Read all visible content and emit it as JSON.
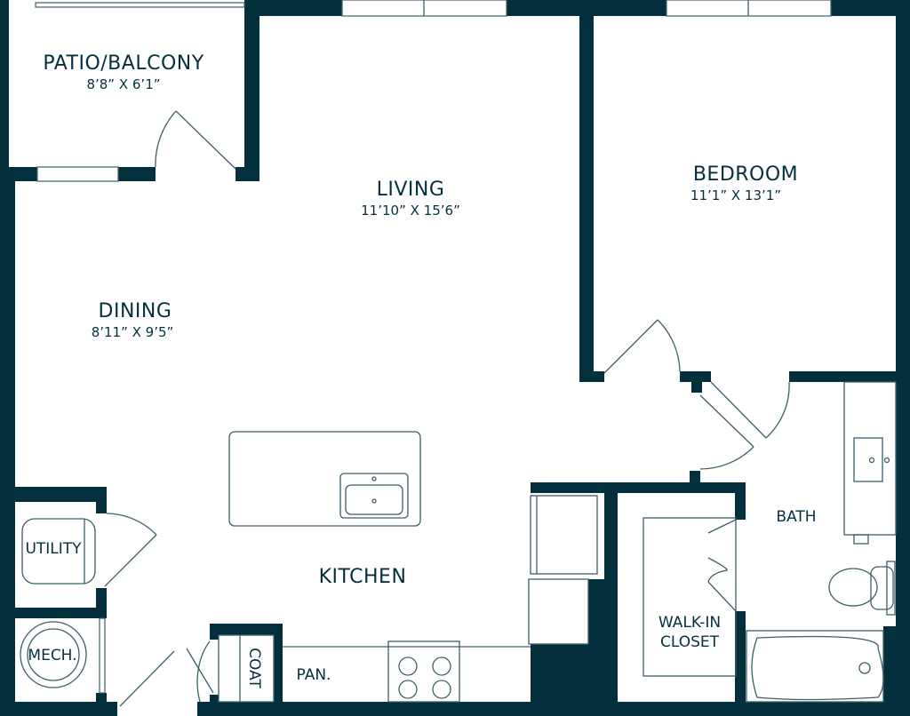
{
  "rooms": {
    "patio": {
      "name": "PATIO/BALCONY",
      "dims": "8’8” X 6’1”"
    },
    "living": {
      "name": "LIVING",
      "dims": "11’10” X 15’6”"
    },
    "bedroom": {
      "name": "BEDROOM",
      "dims": "11’1” X 13’1”"
    },
    "dining": {
      "name": "DINING",
      "dims": "8’11” X 9’5”"
    },
    "kitchen": {
      "name": "KITCHEN"
    },
    "bath": {
      "name": "BATH"
    },
    "closet": {
      "name_line1": "WALK-IN",
      "name_line2": "CLOSET"
    },
    "utility": {
      "name": "UTILITY"
    },
    "mech": {
      "name": "MECH."
    },
    "coat": {
      "name": "COAT"
    },
    "pantry": {
      "name": "PAN."
    }
  },
  "colors": {
    "wall": "#04303d",
    "fixture": "#3d5f68"
  }
}
